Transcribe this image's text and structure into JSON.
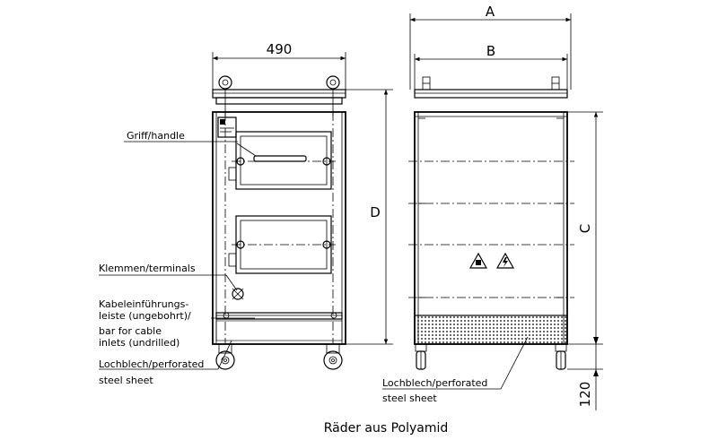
{
  "dimensions": {
    "width_front": "490",
    "a": "A",
    "b": "B",
    "c": "C",
    "d": "D",
    "wheel_height": "120"
  },
  "labels": {
    "handle": "Griff/handle",
    "terminals": "Klemmen/terminals",
    "cable_bar_line1": "Kabeleinführungs-",
    "cable_bar_line2": "leiste (ungebohrt)/",
    "cable_bar_line3": "bar for cable",
    "cable_bar_line4": "inlets (undrilled)",
    "perforated_left_line1": "Lochblech/perforated",
    "perforated_left_line2": "steel sheet",
    "perforated_right_line1": "Lochblech/perforated",
    "perforated_right_line2": "steel sheet"
  },
  "caption": "Räder aus Polyamid"
}
